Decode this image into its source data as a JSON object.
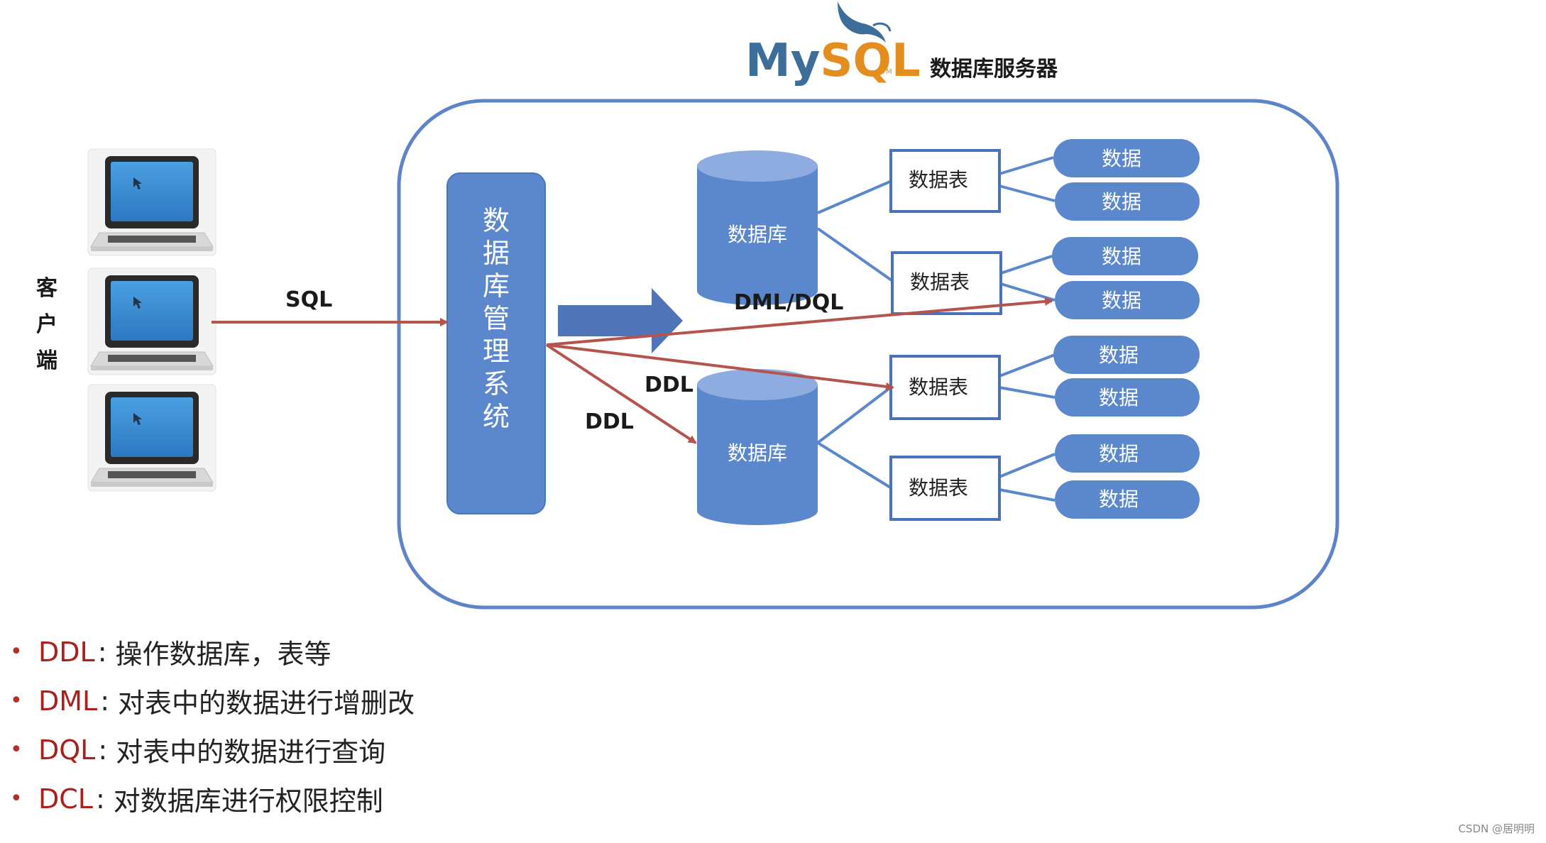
{
  "brand": {
    "logo_text": "MySQL",
    "server_label": "数据库服务器"
  },
  "client": {
    "label_chars": [
      "客",
      "户",
      "端"
    ]
  },
  "labels": {
    "sql": "SQL",
    "dml_dql": "DML/DQL",
    "ddl_upper": "DDL",
    "ddl_lower": "DDL"
  },
  "dbms": {
    "chars": [
      "数",
      "据",
      "库",
      "管",
      "理",
      "系",
      "统"
    ]
  },
  "databases": [
    "数据库",
    "数据库"
  ],
  "tables": [
    "数据表",
    "数据表",
    "数据表",
    "数据表"
  ],
  "data_items": [
    "数据",
    "数据",
    "数据",
    "数据",
    "数据",
    "数据",
    "数据",
    "数据"
  ],
  "bullets": [
    {
      "term": "DDL",
      "desc": "操作数据库，表等"
    },
    {
      "term": "DML",
      "desc": "对表中的数据进行增删改"
    },
    {
      "term": "DQL",
      "desc": "对表中的数据进行查询"
    },
    {
      "term": "DCL",
      "desc": "对数据库进行权限控制"
    }
  ],
  "watermark": "CSDN @居明明",
  "colors": {
    "blue": "#5b87cc",
    "border_blue": "#5d84c9",
    "arrow_red": "#b5534d",
    "term_red": "#a9211c"
  }
}
